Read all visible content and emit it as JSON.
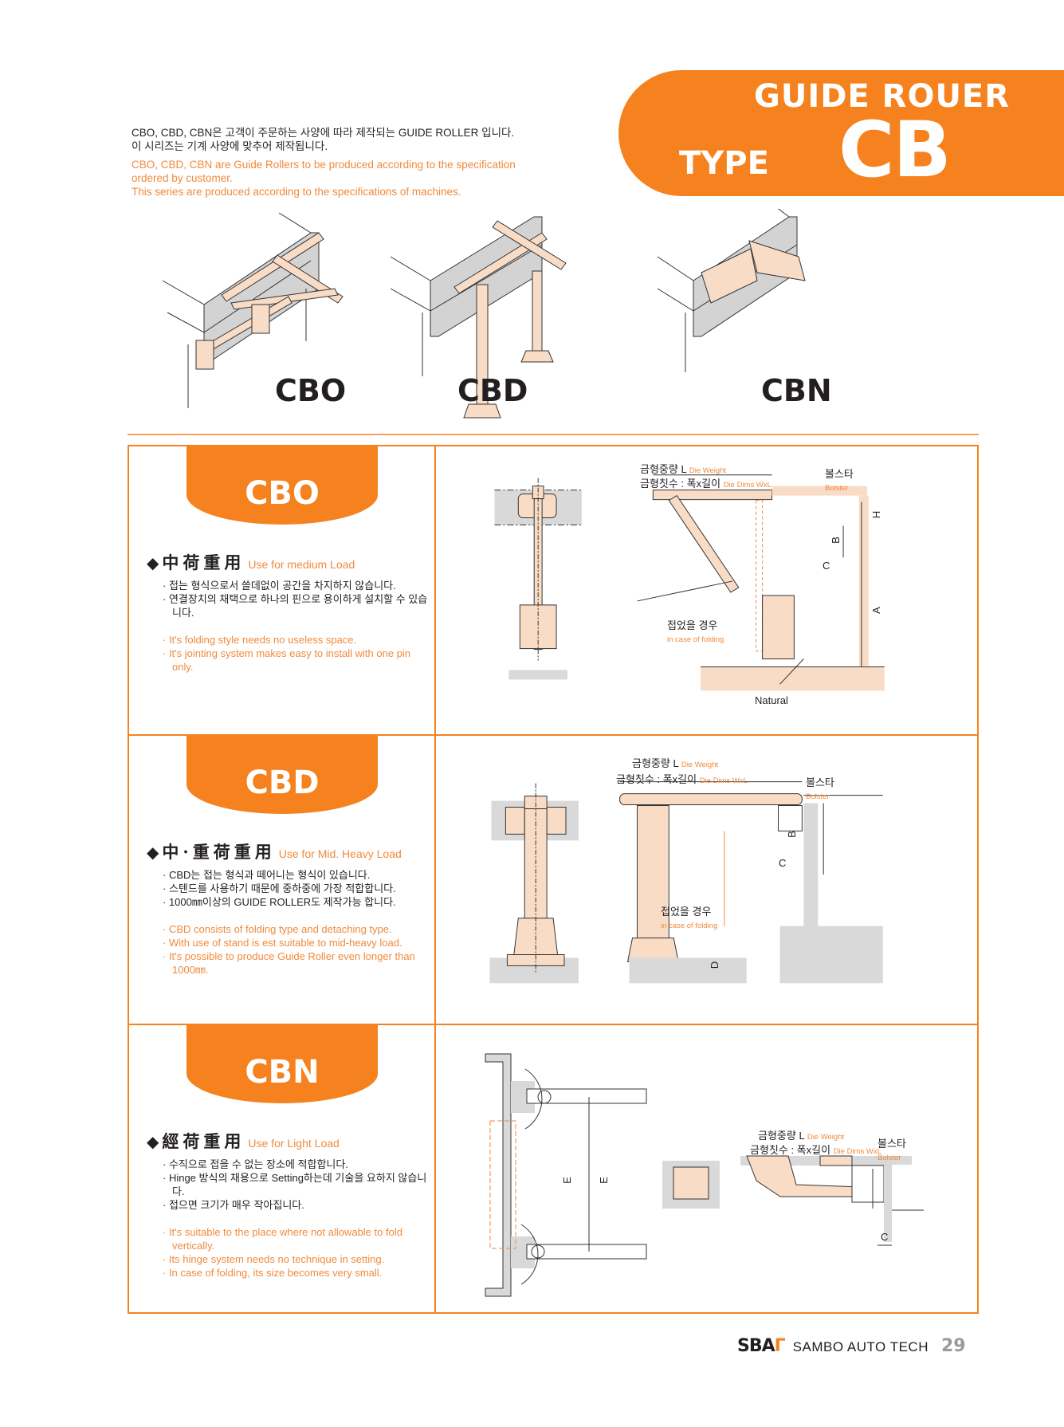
{
  "header": {
    "title": "GUIDE ROUER",
    "type_label": "TYPE",
    "type_code": "CB",
    "accent_color": "#f5821f"
  },
  "intro": {
    "ko_line1": "CBO, CBD, CBN은 고객이 주문하는 사양에 따라 제작되는 GUIDE ROLLER 입니다.",
    "ko_line2": "이 시리즈는 기계 사양에 맞추어 제작됩니다.",
    "en_line1": "CBO, CBD, CBN are Guide Rollers to be produced according to the specification",
    "en_line2": "ordered by customer.",
    "en_line3": "This series are produced according to the specifications of machines."
  },
  "hero": {
    "labels": [
      "CBO",
      "CBD",
      "CBN"
    ]
  },
  "sections": [
    {
      "code": "CBO",
      "hanja": "中荷重用",
      "load_en": "Use for medium Load",
      "ko_bullets": [
        "· 접는 형식으로서 쓸데없이 공간을 차지하지 않습니다.",
        "· 연결장치의 채택으로 하나의 핀으로 용이하게 설치할 수 있습니다."
      ],
      "en_bullets": [
        "· It's folding style needs no useless space.",
        "· It's jointing system makes easy to install with one pin only."
      ],
      "diagram": {
        "die_weight_ko": "금형중량 L",
        "die_weight_en": "Die Weight",
        "die_dims_ko": "금형칫수 : 폭x길이",
        "die_dims_en": "Die Dims WxL",
        "bolster_ko": "볼스타",
        "bolster_en": "Bolster",
        "folding_ko": "접었을 경우",
        "folding_en": "in case of folding",
        "natural": "Natural",
        "dims": [
          "H",
          "B",
          "C",
          "A"
        ]
      }
    },
    {
      "code": "CBD",
      "hanja": "中·重荷重用",
      "load_en": "Use for Mid. Heavy Load",
      "ko_bullets": [
        "· CBD는 접는 형식과 떼어니는 형식이 있습니다.",
        "· 스텐드를 사용하기 때문에 중하중에 가장 적합합니다.",
        "· 1000㎜이상의 GUIDE ROLLER도 제작가능 합니다."
      ],
      "en_bullets": [
        "· CBD consists of folding type and detaching type.",
        "· With use of stand is est suitable to mid-heavy load.",
        "· It's possible to produce Guide Roller even longer than 1000㎜."
      ],
      "diagram": {
        "die_weight_ko": "금형중량 L",
        "die_weight_en": "Die Weight",
        "die_dims_ko": "금형칫수 : 폭x길이",
        "die_dims_en": "Die Dims WxL",
        "bolster_ko": "볼스타",
        "bolster_en": "Bolster",
        "folding_ko": "접었을 경우",
        "folding_en": "in case of folding",
        "dims": [
          "B",
          "C",
          "D"
        ]
      }
    },
    {
      "code": "CBN",
      "hanja": "經荷重用",
      "load_en": "Use for Light Load",
      "ko_bullets": [
        "· 수직으로 접을 수 없는 장소에 적합합니다.",
        "· Hinge 방식의 채용으로 Setting하는데 기술을 요하지 않습니다.",
        "· 접으면 크기가 매우 작아집니다."
      ],
      "en_bullets": [
        "· It's suitable to the place where not allowable to fold vertically.",
        "· Its hinge system needs no technique in setting.",
        "· In case of folding, its size becomes very small."
      ],
      "diagram": {
        "die_weight_ko": "금형중량 L",
        "die_weight_en": "Die Weight",
        "die_dims_ko": "금형칫수 : 폭x길이",
        "die_dims_en": "Die Dims WxL",
        "bolster_ko": "볼스타",
        "bolster_en": "Bolster",
        "dims": [
          "E",
          "E",
          "C"
        ]
      }
    }
  ],
  "footer": {
    "logo": "SBA",
    "logo_mark": "Γ",
    "company": "SAMBO AUTO TECH",
    "page": "29"
  }
}
